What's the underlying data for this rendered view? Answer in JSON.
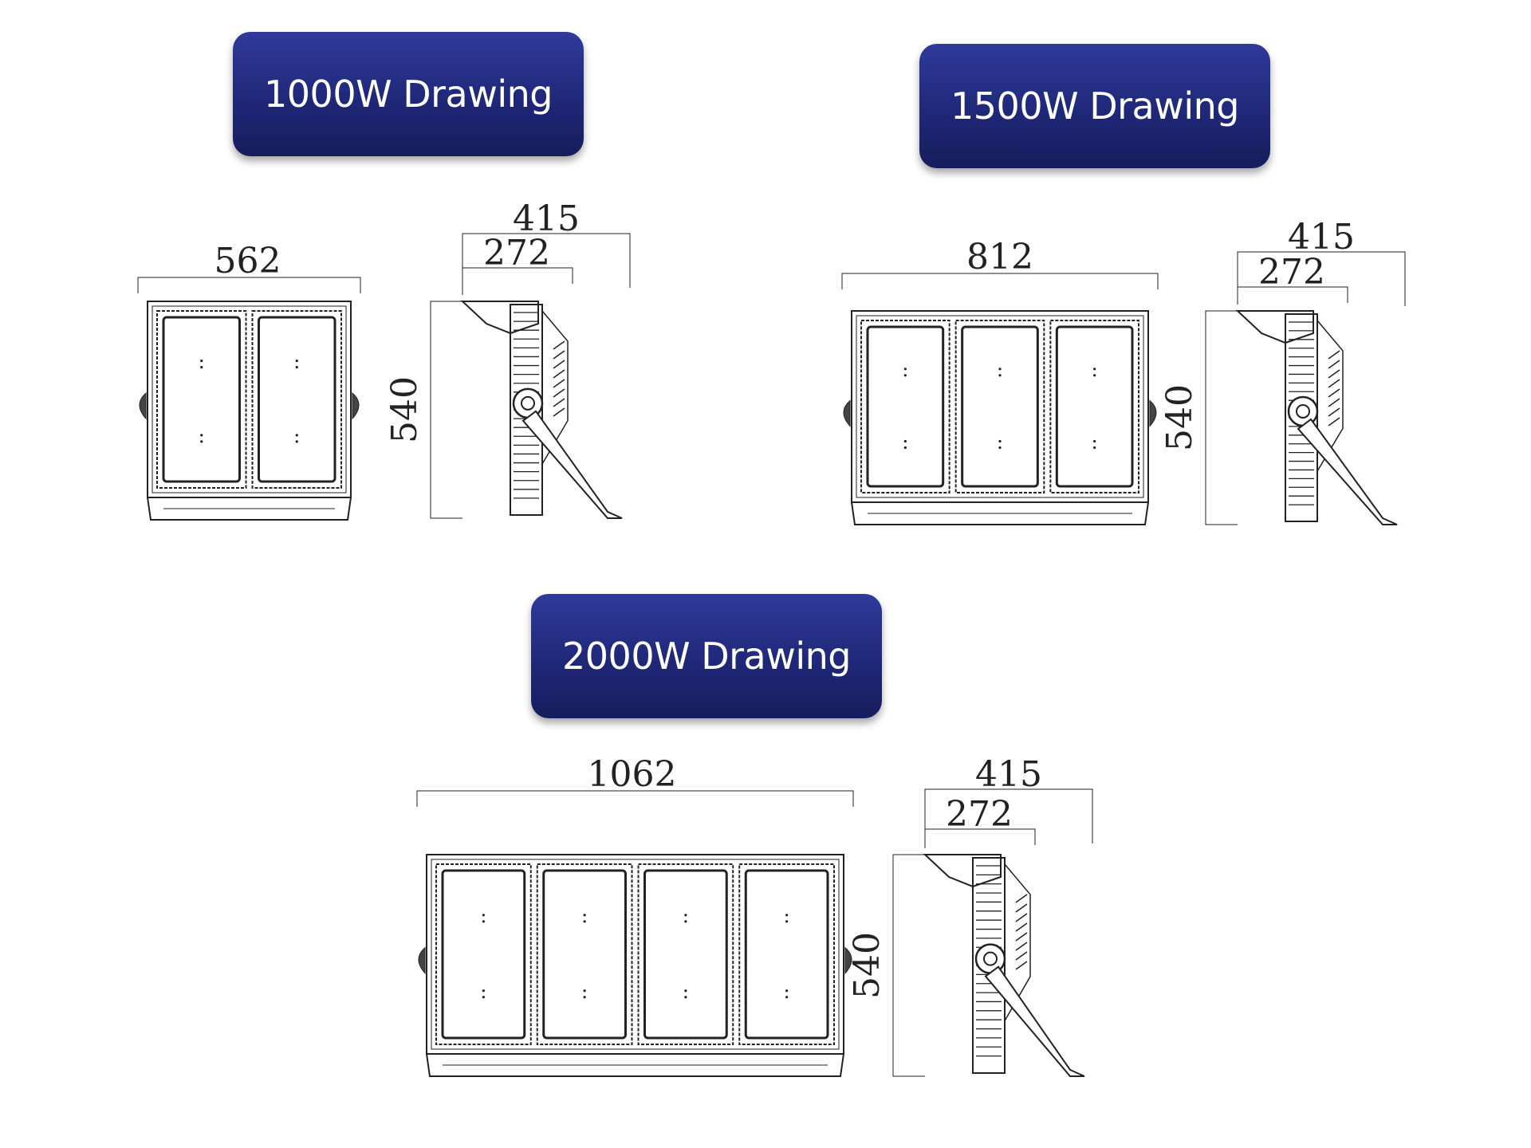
{
  "titles": {
    "t1000": "1000W Drawing",
    "t1500": "1500W Drawing",
    "t2000": "2000W Drawing"
  },
  "drawings": [
    {
      "model": "1000W",
      "panels": 2,
      "front_width": "562",
      "height": "540",
      "side_total_depth": "415",
      "side_partial_depth": "272"
    },
    {
      "model": "1500W",
      "panels": 3,
      "front_width": "812",
      "height": "540",
      "side_total_depth": "415",
      "side_partial_depth": "272"
    },
    {
      "model": "2000W",
      "panels": 4,
      "front_width": "1062",
      "height": "540",
      "side_total_depth": "415",
      "side_partial_depth": "272"
    }
  ],
  "colors": {
    "button_top": "#2f3a9a",
    "button_bottom": "#161d5c",
    "line": "#222222"
  }
}
